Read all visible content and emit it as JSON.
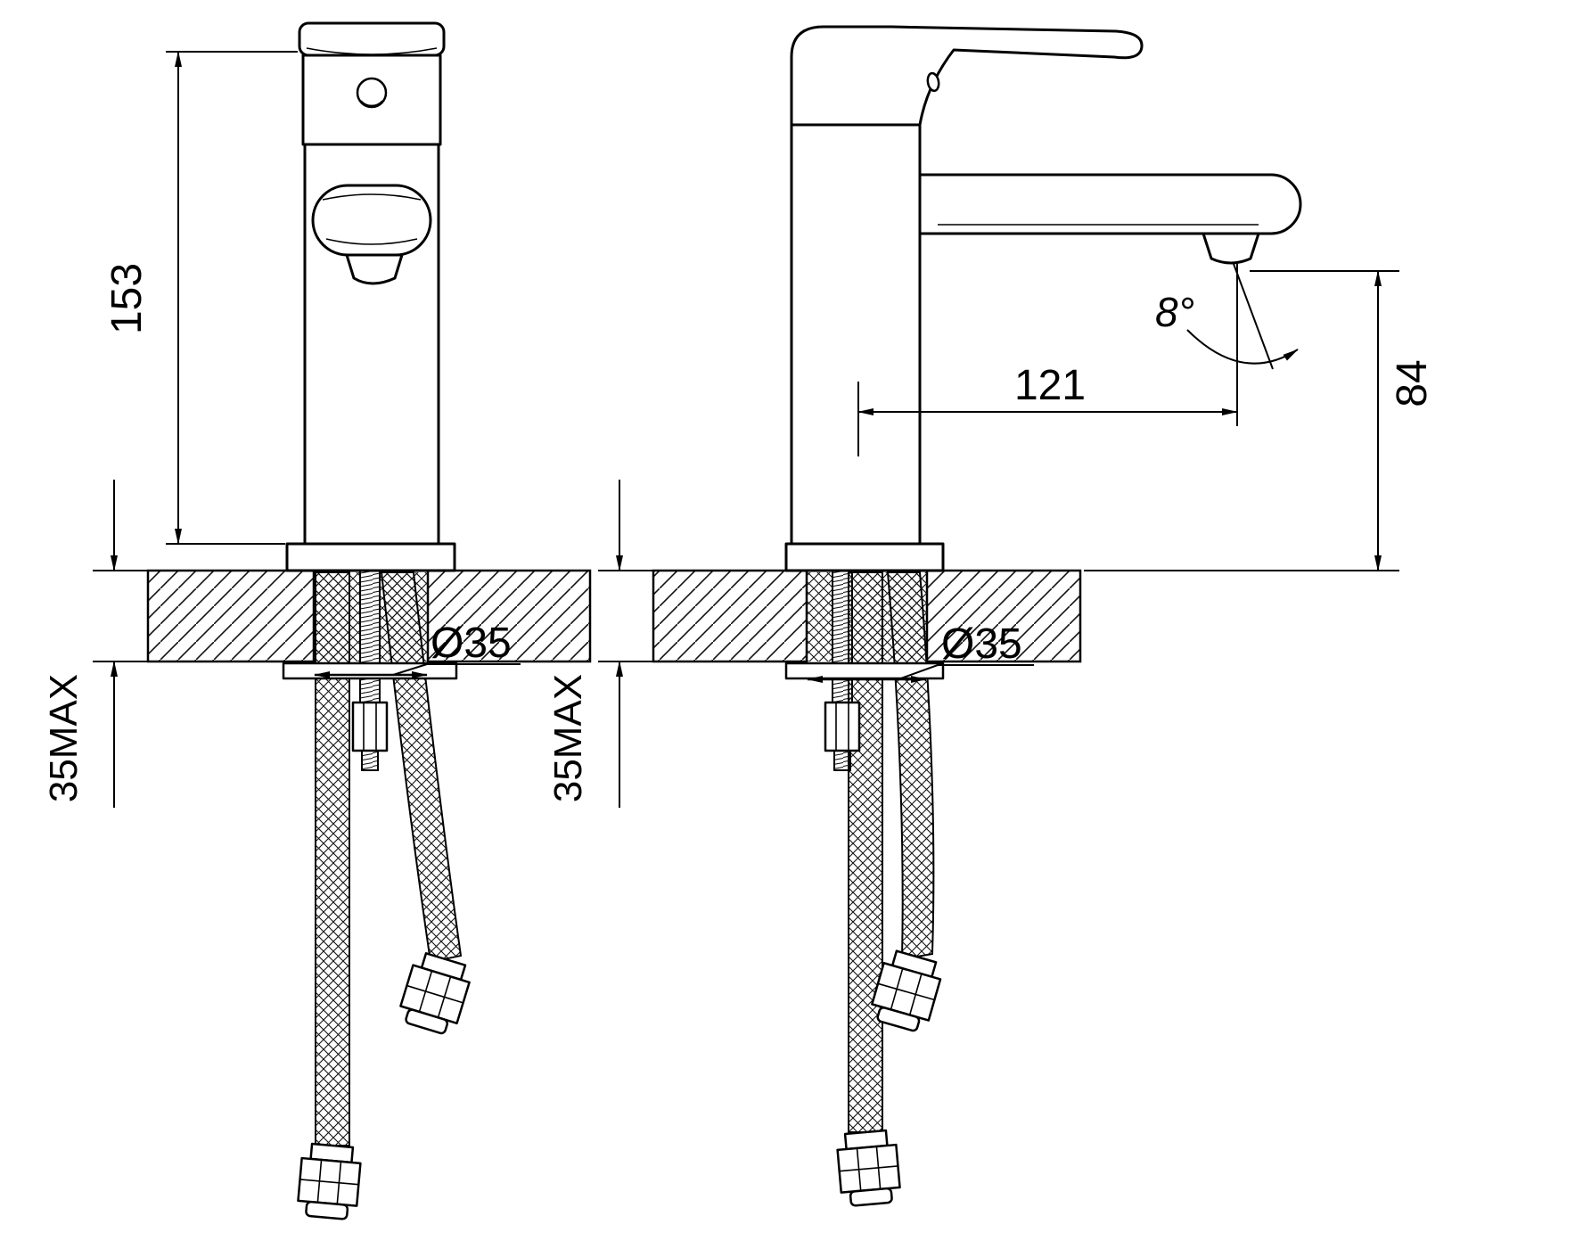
{
  "meta": {
    "background": "#ffffff",
    "line_color": "#000000",
    "drawing_type": "technical-installation-drawing",
    "views": [
      "front",
      "side"
    ]
  },
  "dims": {
    "front_height": "153",
    "front_counter_max": "35MAX",
    "front_hole_dia": "Ø35",
    "side_reach": "121",
    "side_height": "84",
    "side_angle": "8°",
    "side_counter_max": "35MAX",
    "side_hole_dia": "Ø35"
  }
}
